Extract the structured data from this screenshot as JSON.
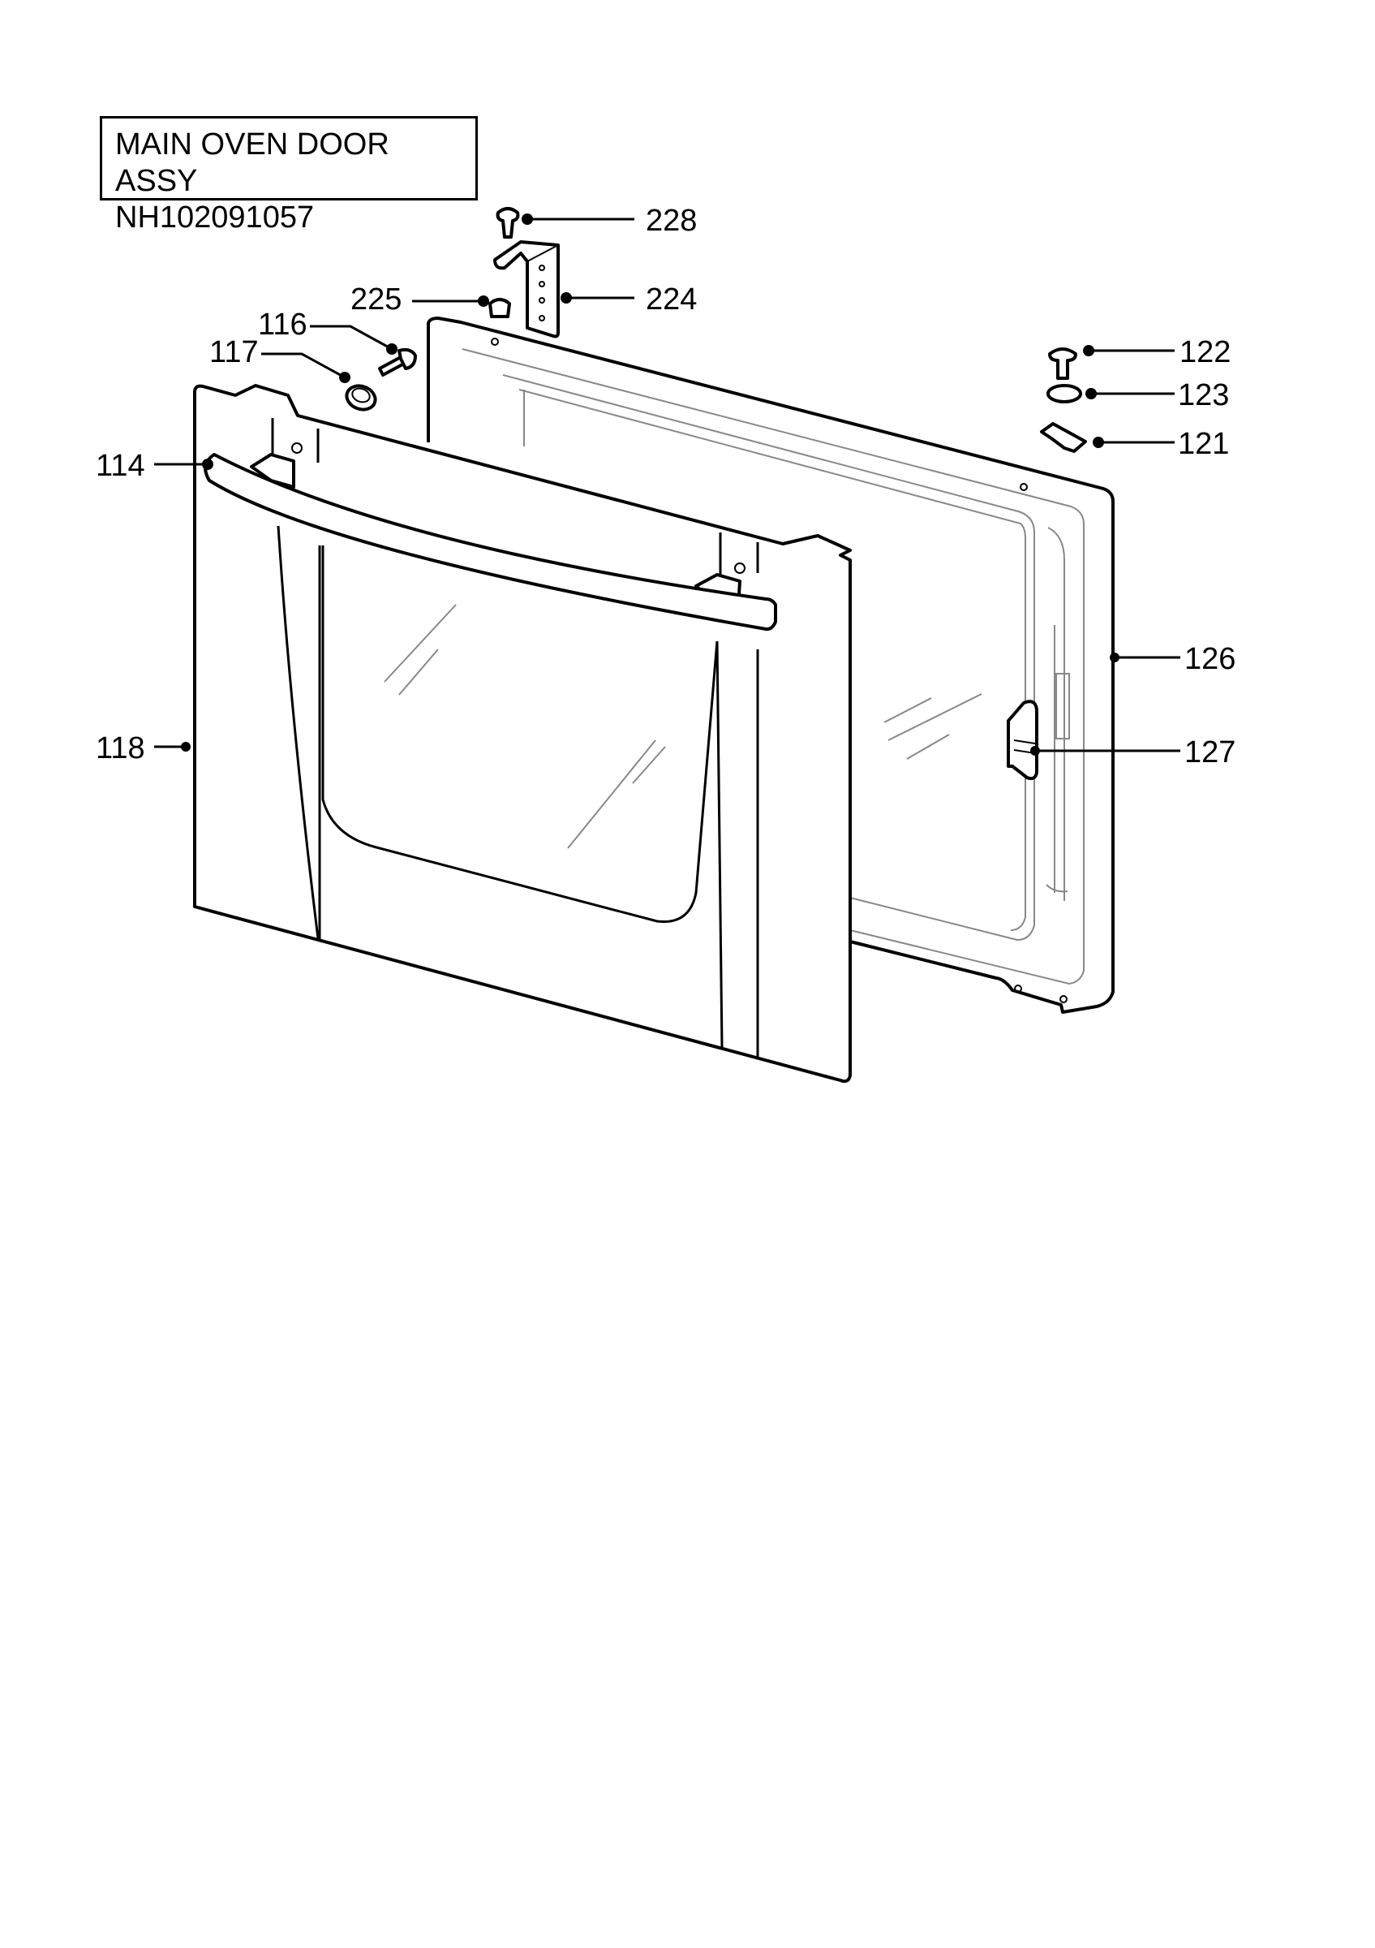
{
  "title": {
    "line1": "MAIN OVEN DOOR ASSY",
    "line2": "NH102091057"
  },
  "callouts": {
    "c228": "228",
    "c224": "224",
    "c225": "225",
    "c116": "116",
    "c117": "117",
    "c114": "114",
    "c118": "118",
    "c122": "122",
    "c123": "123",
    "c121": "121",
    "c126": "126",
    "c127": "127"
  }
}
